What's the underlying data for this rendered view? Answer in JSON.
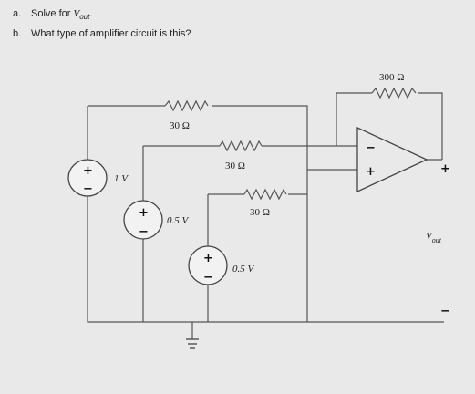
{
  "questions": [
    {
      "letter": "a.",
      "text_prefix": "Solve for ",
      "var_main": "V",
      "var_sub": "out",
      "text_suffix": "."
    },
    {
      "letter": "b.",
      "text": "What type of amplifier circuit is this?"
    }
  ],
  "resistors": {
    "r1": "30 Ω",
    "r2": "30 Ω",
    "r3": "30 Ω",
    "rf": "300 Ω"
  },
  "sources": {
    "v1": "1 V",
    "v2": "0.5 V",
    "v3": "0.5 V"
  },
  "opamp": {
    "inverting_sign": "−",
    "noninverting_sign": "+"
  },
  "output": {
    "label_main": "V",
    "label_sub": "out",
    "plus": "+",
    "minus": "−"
  },
  "signs": {
    "plus": "+",
    "minus": "−"
  }
}
